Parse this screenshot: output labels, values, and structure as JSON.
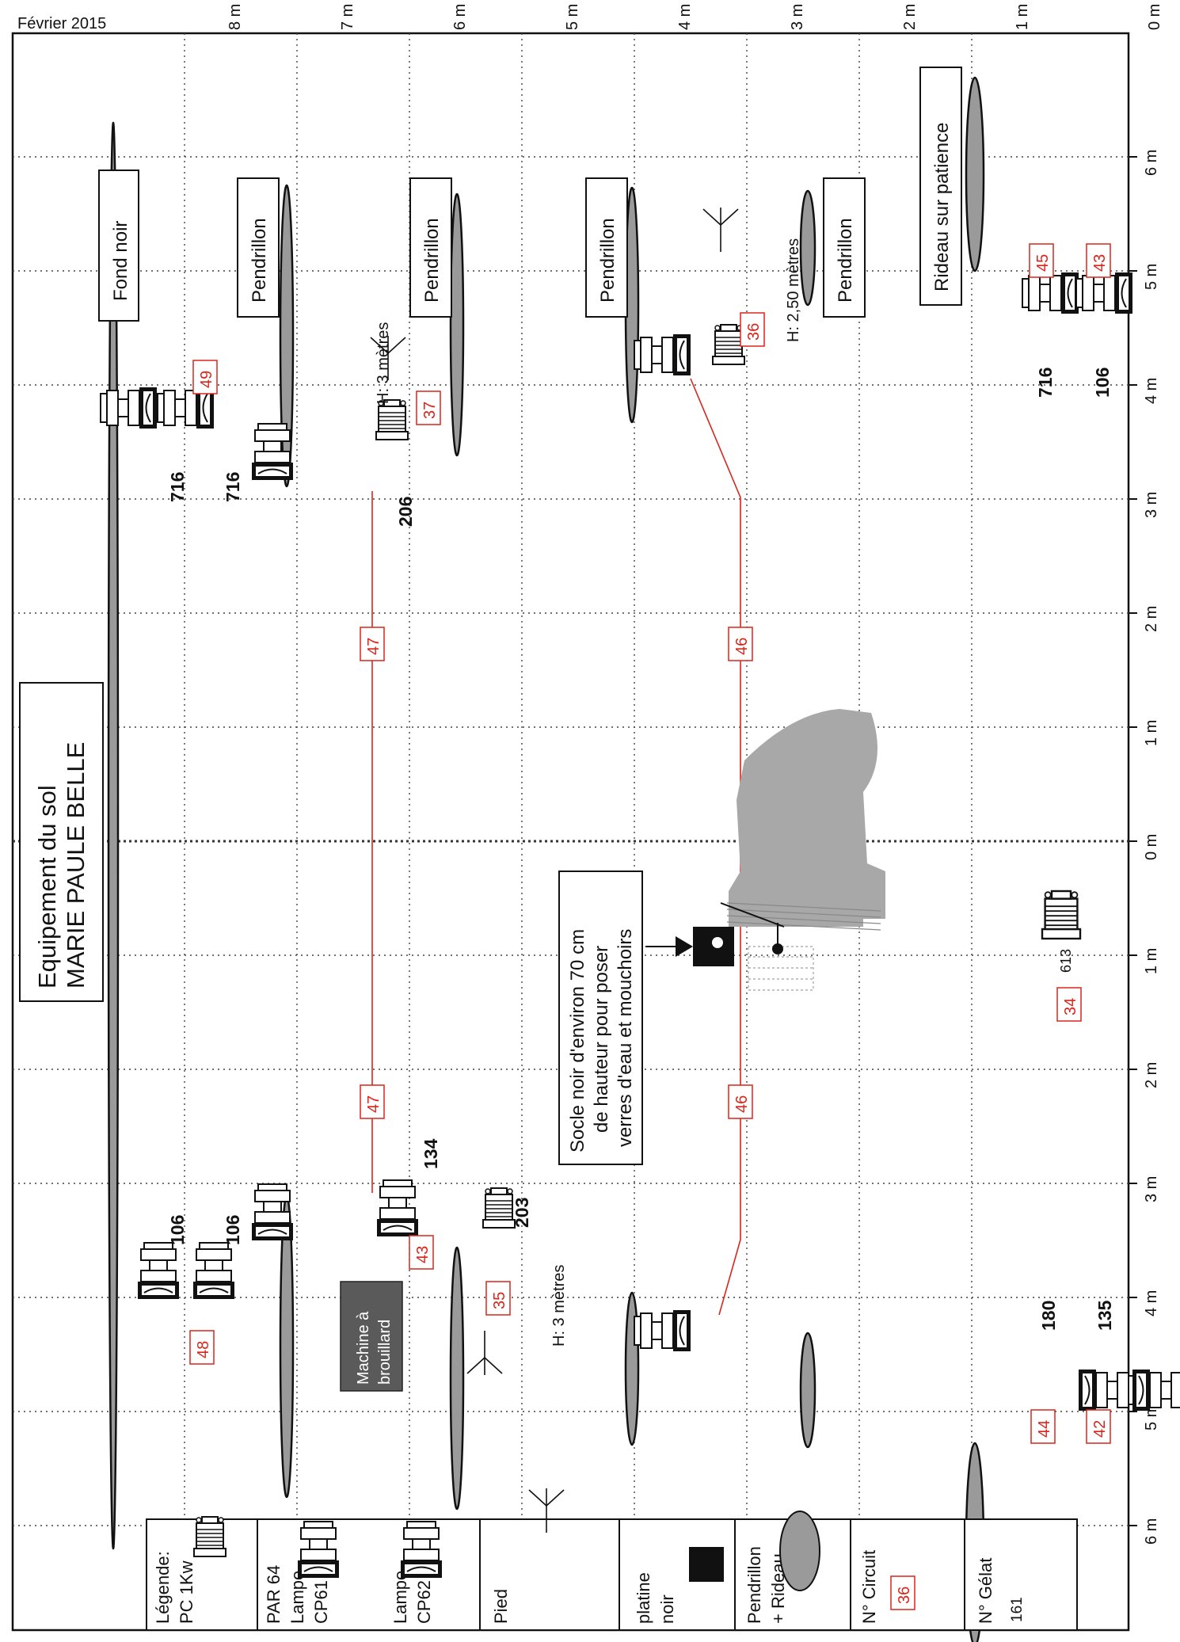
{
  "date": "Février 2015",
  "title": {
    "line1": "Equipement du sol",
    "line2": "MARIE PAULE BELLE"
  },
  "top_axis": [
    "8 m",
    "7 m",
    "6 m",
    "5 m",
    "4 m",
    "3 m",
    "2 m",
    "1 m",
    "0 m"
  ],
  "right_axis": [
    "6 m",
    "5 m",
    "4 m",
    "3 m",
    "2 m",
    "1 m",
    "0 m",
    "1 m",
    "2 m",
    "3 m",
    "4 m",
    "5 m",
    "6 m"
  ],
  "curtains": {
    "fond_noir": "Fond noir",
    "pendrillon": "Pendrillon",
    "rideau": "Rideau sur patience"
  },
  "fixtures": {
    "f716a": "716",
    "f716b": "716",
    "f716c": "716",
    "f206": "206",
    "f106a": "106",
    "f106b": "106",
    "f106c": "106",
    "f134": "134",
    "f203": "203",
    "f180": "180",
    "f135": "135",
    "f613": "613"
  },
  "circuits": {
    "c49": "49",
    "c37": "37",
    "c36": "36",
    "c45": "45",
    "c43a": "43",
    "c47a": "47",
    "c47b": "47",
    "c46a": "46",
    "c46b": "46",
    "c48": "48",
    "c43b": "43",
    "c35": "35",
    "c34": "34",
    "c44": "44",
    "c42": "42"
  },
  "heights": {
    "h3a": "H: 3 mètres",
    "h250": "H: 2,50 mètres",
    "h3b": "H: 3 mètres"
  },
  "fog_machine": {
    "line1": "Machine à",
    "line2": "brouillard"
  },
  "socle_note": {
    "line1": "Socle noir d'environ 70 cm",
    "line2": "de hauteur pour poser",
    "line3": "verres d'eau et mouchoirs"
  },
  "legend": {
    "title": "Légende:",
    "pc": "PC 1Kw",
    "par_line1": "PAR 64",
    "cp61_line1": "Lampe",
    "cp61_line2": "CP61",
    "cp62_line1": "Lampe",
    "cp62_line2": "CP62",
    "pied": "Pied",
    "platine_line1": "platine",
    "platine_line2": "noir",
    "pend_line1": "Pendrillon",
    "pend_line2": "+ Rideau",
    "circuit_line1": "N° Circuit",
    "circuit_sample": "36",
    "gelat_line1": "N° Gélat",
    "gelat_sample": "161"
  },
  "colors": {
    "circuit": "#d9261c",
    "curtain": "#9a9a9a",
    "piano": "#a8a8a8"
  }
}
